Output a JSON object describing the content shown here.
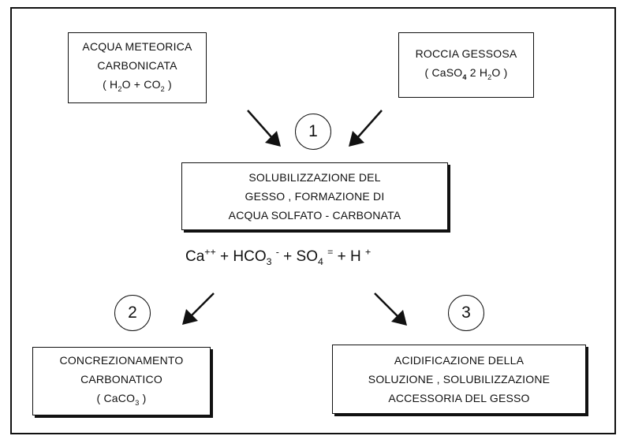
{
  "boxes": {
    "rain_water": {
      "line1": "ACQUA  METEORICA",
      "line2": "CARBONICATA",
      "formula_open": "( H",
      "formula_sub1": "2",
      "formula_mid": "O + CO",
      "formula_sub2": "2",
      "formula_close": ")"
    },
    "gypsum_rock": {
      "line1": "ROCCIA GESSOSA",
      "formula_open": "( CaSO",
      "formula_sub1": "4",
      "formula_mid": "2 H",
      "formula_sub2": "2",
      "formula_close": "O )"
    },
    "solubilization": {
      "line1": "SOLUBILIZZAZIONE DEL",
      "line2": "GESSO , FORMAZIONE DI",
      "line3": "ACQUA SOLFATO - CARBONATA"
    },
    "concretion": {
      "line1": "CONCREZIONAMENTO",
      "line2": "CARBONATICO",
      "formula_open": "( CaCO",
      "formula_sub": "3",
      "formula_close": ")"
    },
    "acidification": {
      "line1": "ACIDIFICAZIONE DELLA",
      "line2": "SOLUZIONE , SOLUBILIZZAZIONE",
      "line3": "ACCESSORIA DEL GESSO"
    }
  },
  "reaction": {
    "ca": "Ca",
    "ca_sup": "++",
    "hco": "+ HCO",
    "hco_sub": "3",
    "hco_sup": "-",
    "so": "+   SO",
    "so_sub": "4",
    "so_sup": "=",
    "h": "+ H",
    "h_sup": "+"
  },
  "steps": [
    "1",
    "2",
    "3"
  ]
}
